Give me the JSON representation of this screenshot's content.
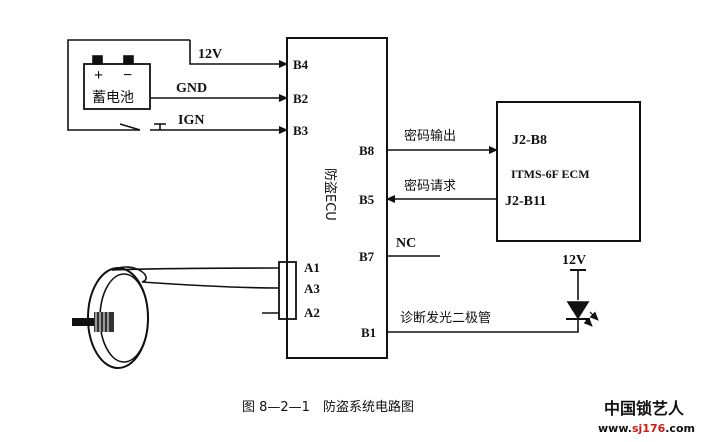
{
  "ecu": {
    "name": "防盗ECU"
  },
  "battery": {
    "label": "蓄电池",
    "plus": "+",
    "minus": "−"
  },
  "wires": {
    "w12v": "12V",
    "gnd": "GND",
    "ign": "IGN",
    "code_out": "密码输出",
    "code_req": "密码请求",
    "nc": "NC",
    "diag_led": "诊断发光二极管",
    "led_12v": "12V"
  },
  "pins": {
    "b4": "B4",
    "b2": "B2",
    "b3": "B3",
    "b8": "B8",
    "b5": "B5",
    "b7": "B7",
    "b1": "B1",
    "a1": "A1",
    "a3": "A3",
    "a2": "A2"
  },
  "ecm": {
    "name": "ITMS-6F ECM",
    "pin1": "J2-B8",
    "pin2": "J2-B11"
  },
  "caption": "图 8—2—1　防盗系统电路图",
  "watermark": {
    "name": "中国锁艺人",
    "url_pre": "www.",
    "url_mid": "sj176",
    "url_post": ".com",
    "accent_color": "#d01818"
  }
}
